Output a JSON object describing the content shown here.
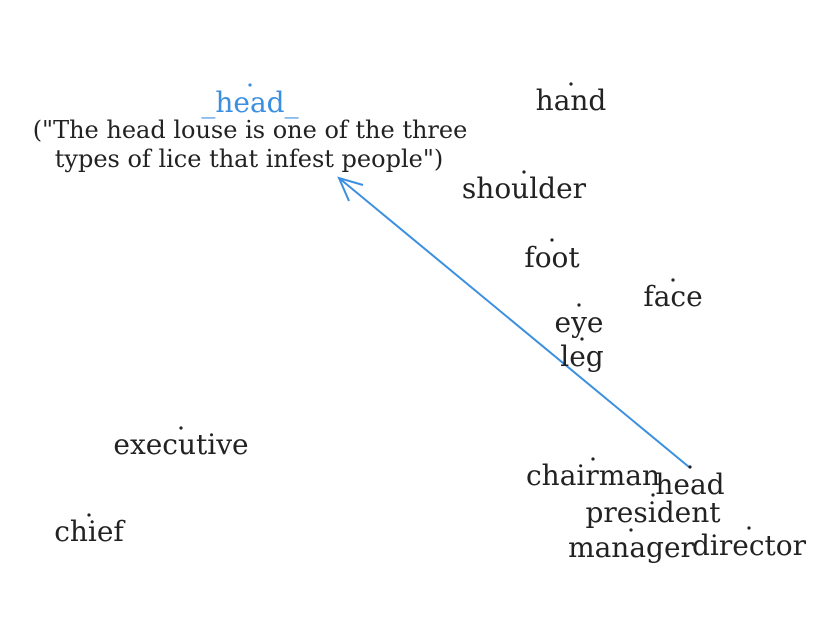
{
  "colors": {
    "accent": "#3b8fe0",
    "text": "#222222",
    "dot": "#222222"
  },
  "highlight": {
    "word": "_head_",
    "context_line_1": "(\"The head louse is one of the three",
    "context_line_2": "types of lice that infest people\")"
  },
  "words": {
    "hand": "hand",
    "shoulder": "shoulder",
    "foot": "foot",
    "face": "face",
    "eye": "eye",
    "leg": "leg",
    "executive": "executive",
    "chief": "chief",
    "chairman": "chairman",
    "head": "head",
    "president": "president",
    "manager": "manager",
    "director": "director"
  }
}
